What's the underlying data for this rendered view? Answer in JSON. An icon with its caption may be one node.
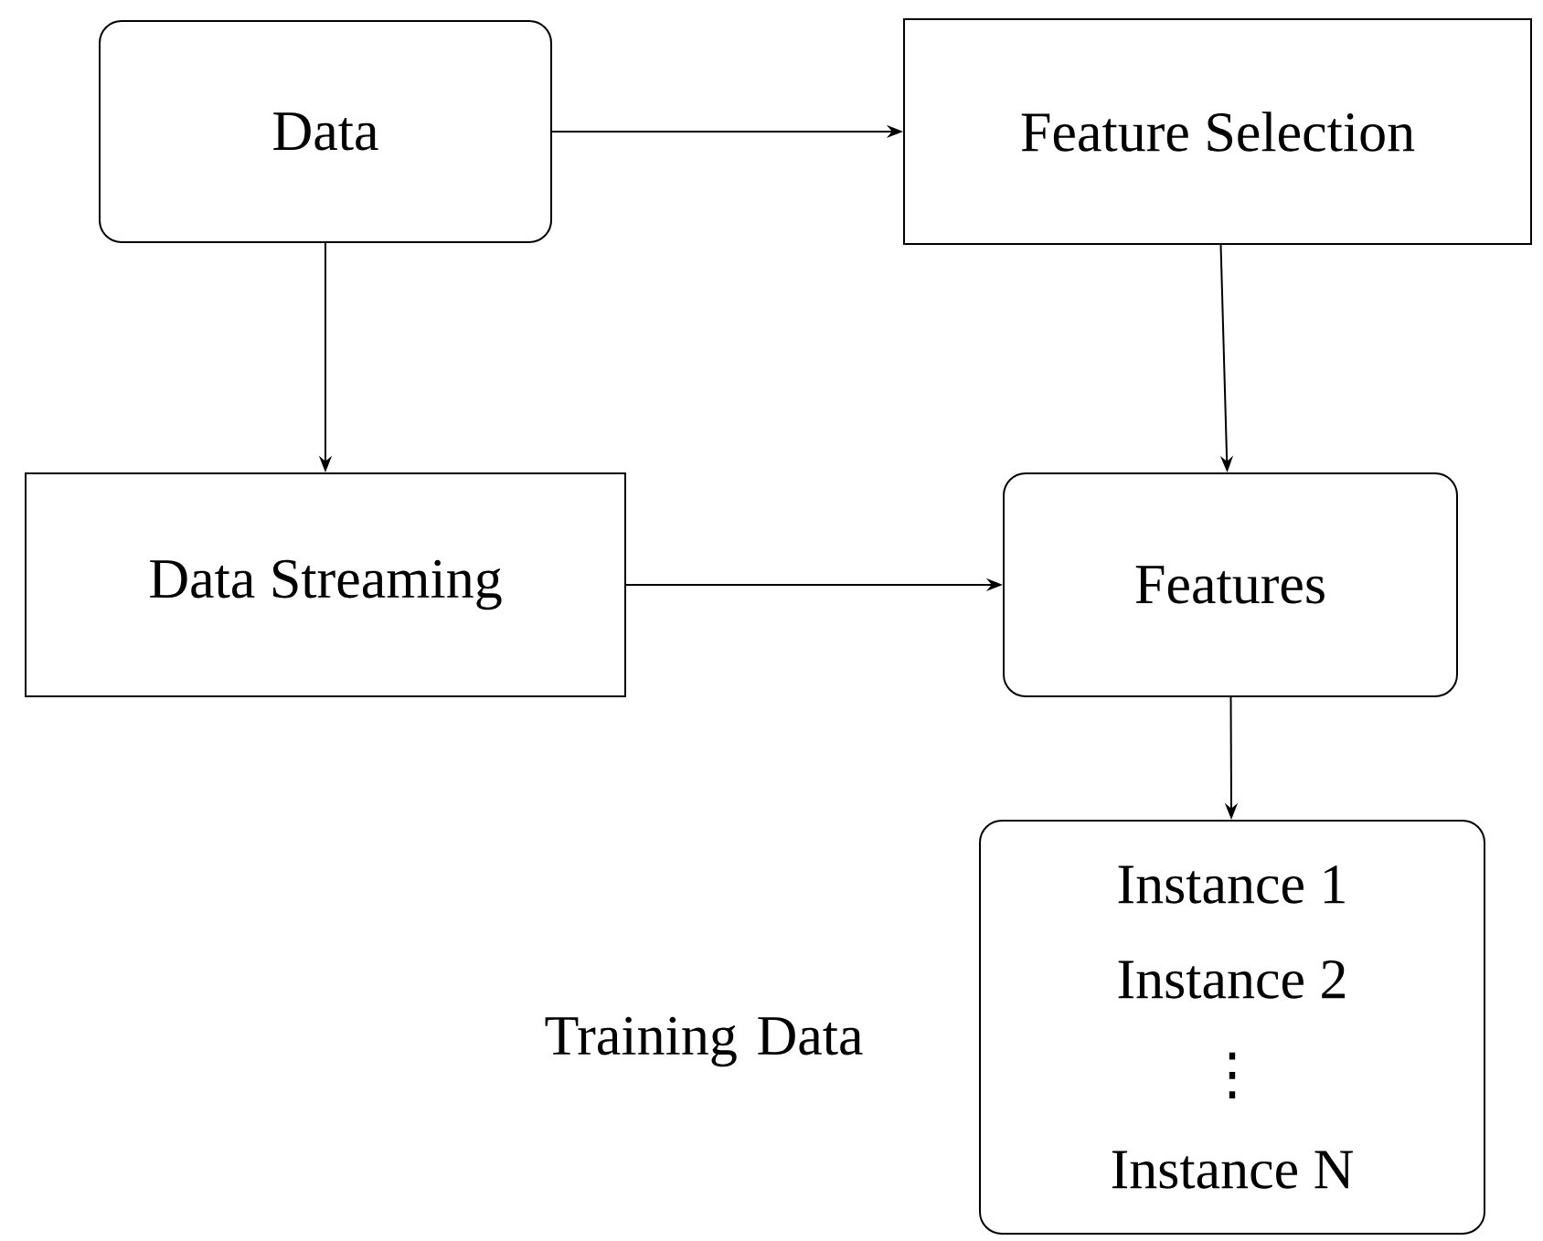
{
  "diagram": {
    "nodes": [
      {
        "text": [
          "Data"
        ]
      },
      {
        "text": [
          "Feature Selection"
        ]
      },
      {
        "text": [
          "Data Streaming"
        ]
      },
      {
        "text": [
          "Features"
        ]
      },
      {
        "text": [
          "Instance 1",
          "Instance 2",
          "⋮",
          "Instance N"
        ],
        "beside": [
          "Training Data"
        ]
      }
    ],
    "edges": [
      {
        "from": 0,
        "to": 1,
        "arrow": "to"
      },
      {
        "from": 0,
        "to": 2,
        "arrow": "to"
      },
      {
        "from": 1,
        "to": 3,
        "arrow": "to"
      },
      {
        "from": 2,
        "to": 3,
        "arrow": "to"
      },
      {
        "from": 3,
        "to": 4,
        "arrow": "to"
      }
    ]
  }
}
